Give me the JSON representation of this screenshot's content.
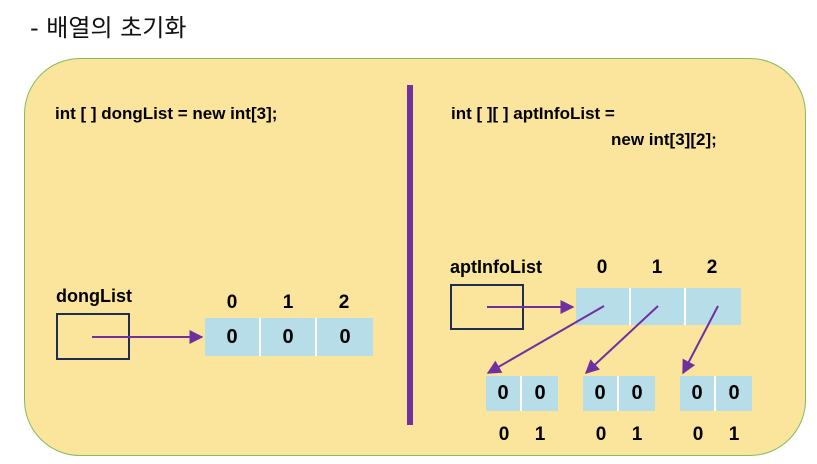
{
  "heading": "- 배열의 초기화",
  "left": {
    "code": "int [ ] dongList = new int[3];",
    "var_label": "dongList",
    "indices": [
      "0",
      "1",
      "2"
    ],
    "values": [
      "0",
      "0",
      "0"
    ]
  },
  "right": {
    "code_line1": "int [ ][ ] aptInfoList =",
    "code_line2": "new int[3][2];",
    "var_label": "aptInfoList",
    "outer_indices": [
      "0",
      "1",
      "2"
    ],
    "inner_arrays": [
      {
        "values": [
          "0",
          "0"
        ],
        "indices": [
          "0",
          "1"
        ]
      },
      {
        "values": [
          "0",
          "0"
        ],
        "indices": [
          "0",
          "1"
        ]
      },
      {
        "values": [
          "0",
          "0"
        ],
        "indices": [
          "0",
          "1"
        ]
      }
    ]
  },
  "colors": {
    "panel_fill": "#fbe49c",
    "panel_border": "#7fbf5a",
    "cell_fill": "#b7dde8",
    "arrow": "#7030a0",
    "ref_box": "#1f2d50"
  }
}
